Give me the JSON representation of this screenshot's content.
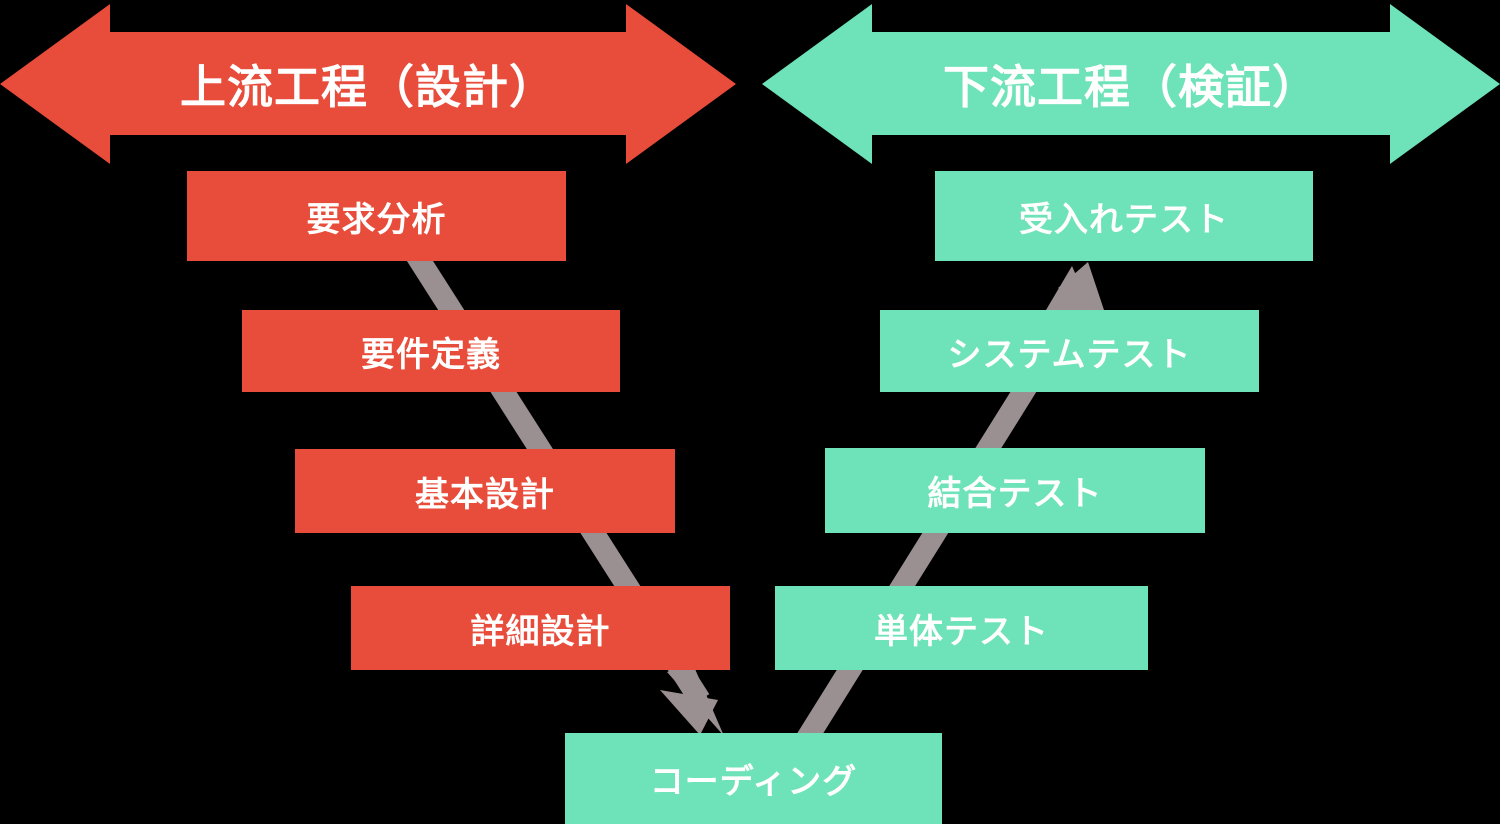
{
  "diagram": {
    "title": "V-model software development process",
    "background_color": "#000000",
    "design_color": "#E84C3A",
    "verify_color": "#6EE2B8",
    "connector_color": "#9A9092",
    "text_color": "#FFFFFF"
  },
  "banners": [
    {
      "id": "upstream",
      "label": "上流工程（設計）",
      "color": "#E84C3A",
      "direction": "double-headed-horizontal"
    },
    {
      "id": "downstream",
      "label": "下流工程（検証）",
      "color": "#6EE2B8",
      "direction": "double-headed-horizontal"
    }
  ],
  "design_phases": [
    {
      "label": "要求分析",
      "color": "#E84C3A"
    },
    {
      "label": "要件定義",
      "color": "#E84C3A"
    },
    {
      "label": "基本設計",
      "color": "#E84C3A"
    },
    {
      "label": "詳細設計",
      "color": "#E84C3A"
    }
  ],
  "verify_phases": [
    {
      "label": "受入れテスト",
      "color": "#6EE2B8"
    },
    {
      "label": "システムテスト",
      "color": "#6EE2B8"
    },
    {
      "label": "結合テスト",
      "color": "#6EE2B8"
    },
    {
      "label": "単体テスト",
      "color": "#6EE2B8"
    }
  ],
  "implementation": {
    "label": "コーディング",
    "color": "#6EE2B8"
  },
  "flow": {
    "descending_arrow": "design-phases-down-to-coding",
    "ascending_arrow": "coding-up-through-test-phases"
  }
}
